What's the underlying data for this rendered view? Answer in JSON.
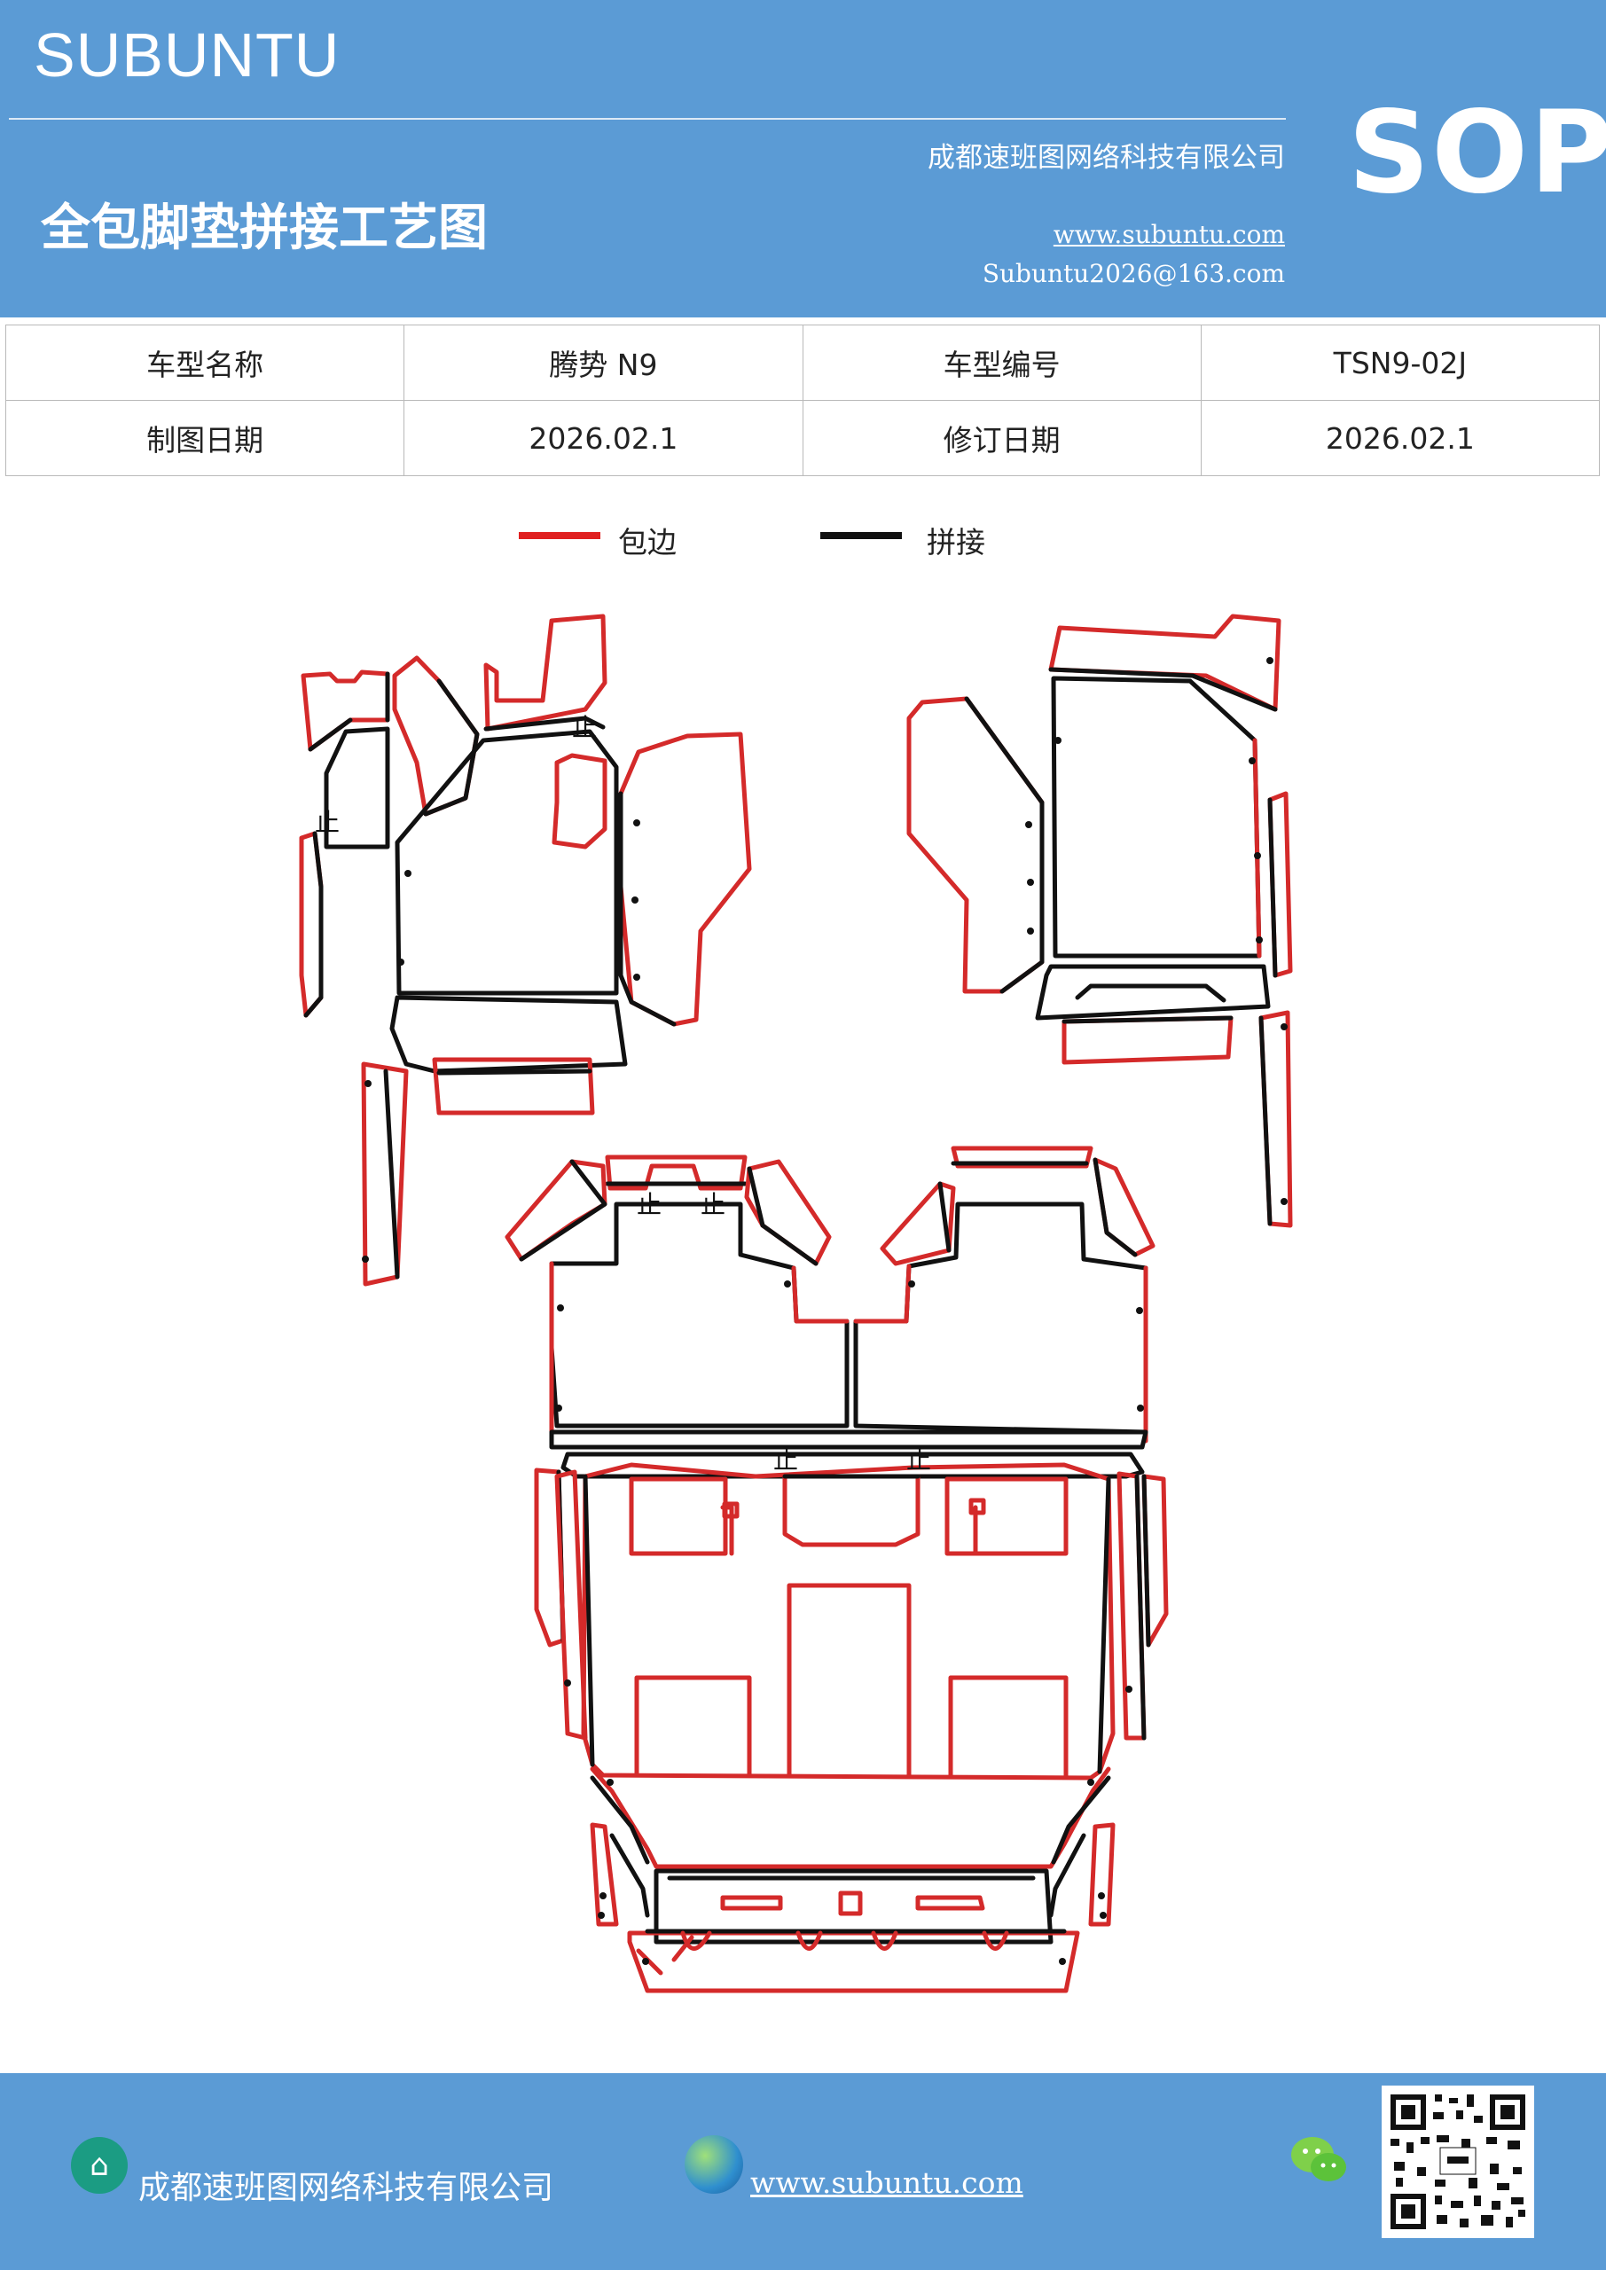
{
  "header": {
    "brand": "SUBUNTU",
    "sop": "SOP",
    "company": "成都速班图网络科技有限公司",
    "title": "全包脚垫拼接工艺图",
    "website": "www.subuntu.com",
    "email": "Subuntu2026@163.com"
  },
  "info_table": {
    "rows": [
      [
        "车型名称",
        "腾势 N9",
        "车型编号",
        "TSN9-02J"
      ],
      [
        "制图日期",
        "2026.02.1",
        "修订日期",
        "2026.02.1"
      ]
    ]
  },
  "legend": {
    "items": [
      {
        "label": "包边",
        "color": "#e02020"
      },
      {
        "label": "拼接",
        "color": "#111111"
      }
    ]
  },
  "drawing": {
    "stop_mark": "止",
    "colors": {
      "edge": "#d42a2a",
      "seam": "#111111"
    }
  },
  "footer": {
    "company": "成都速班图网络科技有限公司",
    "website": "www.subuntu.com",
    "icons": [
      "building-icon",
      "globe-icon",
      "wechat-icon",
      "qr-code"
    ]
  }
}
